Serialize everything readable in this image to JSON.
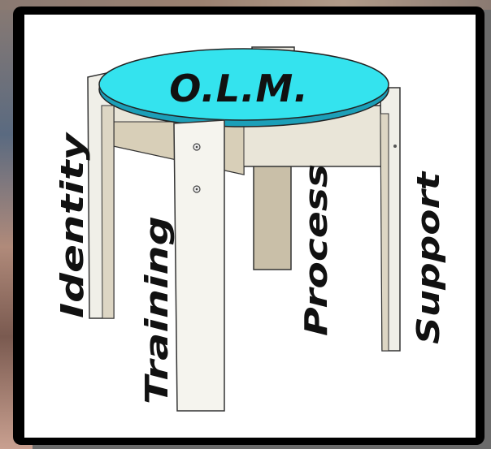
{
  "diagram": {
    "center_label": "O.L.M.",
    "legs": [
      {
        "label": "Identity"
      },
      {
        "label": "Training"
      },
      {
        "label": "Process"
      },
      {
        "label": "Support"
      }
    ]
  },
  "colors": {
    "table_top": "#34e3ee",
    "table_top_edge": "#1c9fb8",
    "wood": "#f0efe8",
    "wood_shadow": "#c9bfa8",
    "frame": "#000000"
  }
}
